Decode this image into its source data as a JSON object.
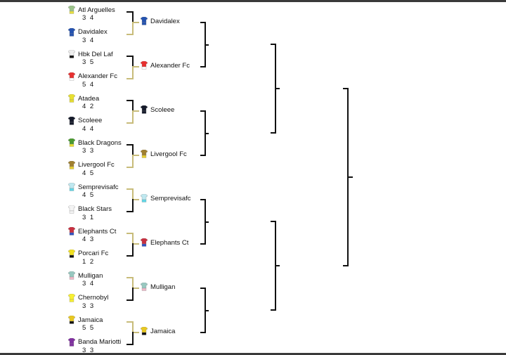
{
  "round1": [
    {
      "top": {
        "name": "Atl Arguelles",
        "score": "3 4",
        "shirt": "#9bc48a",
        "shorts": "#e8e040"
      },
      "bottom": {
        "name": "Davidalex",
        "score": "3 4",
        "shirt": "#2452b0",
        "shorts": "#2452b0"
      },
      "winner": "bottom"
    },
    {
      "top": {
        "name": "Hbk Del Laf",
        "score": "3 5",
        "shirt": "#eeeeee",
        "shorts": "#111111"
      },
      "bottom": {
        "name": "Alexander Fc",
        "score": "5 4",
        "shirt": "#e83030",
        "shorts": "#ffffff"
      },
      "winner": "bottom"
    },
    {
      "top": {
        "name": "Atadea",
        "score": "4 2",
        "shirt": "#e8e030",
        "shorts": "#e8e030"
      },
      "bottom": {
        "name": "Scoleee",
        "score": "4 4",
        "shirt": "#151a2a",
        "shorts": "#151a2a"
      },
      "winner": "bottom"
    },
    {
      "top": {
        "name": "Black Dragons",
        "score": "3 3",
        "shirt": "#4a9a30",
        "shorts": "#e8e030"
      },
      "bottom": {
        "name": "Livergool Fc",
        "score": "4 5",
        "shirt": "#a08030",
        "shorts": "#e8d030"
      },
      "winner": "bottom"
    },
    {
      "top": {
        "name": "Semprevisafc",
        "score": "4 5",
        "shirt": "#bfe8f0",
        "shorts": "#60d8e8"
      },
      "bottom": {
        "name": "Black Stars",
        "score": "3 1",
        "shirt": "#f4f4f4",
        "shorts": "#f4f4f4"
      },
      "winner": "top"
    },
    {
      "top": {
        "name": "Elephants Ct",
        "score": "4 3",
        "shirt": "#c83040",
        "shorts": "#3050c0"
      },
      "bottom": {
        "name": "Porcari Fc",
        "score": "1 2",
        "shirt": "#f0e020",
        "shorts": "#111111"
      },
      "winner": "top"
    },
    {
      "top": {
        "name": "Mulligan",
        "score": "3 4",
        "shirt": "#98c8c0",
        "shorts": "#f0b8c8"
      },
      "bottom": {
        "name": "Chernobyl",
        "score": "3 3",
        "shirt": "#f8f030",
        "shorts": "#f8f030"
      },
      "winner": "top"
    },
    {
      "top": {
        "name": "Jamaica",
        "score": "5 5",
        "shirt": "#e8c820",
        "shorts": "#111111"
      },
      "bottom": {
        "name": "Banda Mariotti",
        "score": "3 3",
        "shirt": "#8030a0",
        "shorts": "#8030a0"
      },
      "winner": "top"
    }
  ],
  "round2": [
    "Davidalex",
    "Alexander Fc",
    "Scoleee",
    "Livergool Fc",
    "Semprevisafc",
    "Elephants Ct",
    "Mulligan",
    "Jamaica"
  ],
  "colors": {
    "winner_line": "#c8bc7a",
    "loser_line": "#111111"
  }
}
